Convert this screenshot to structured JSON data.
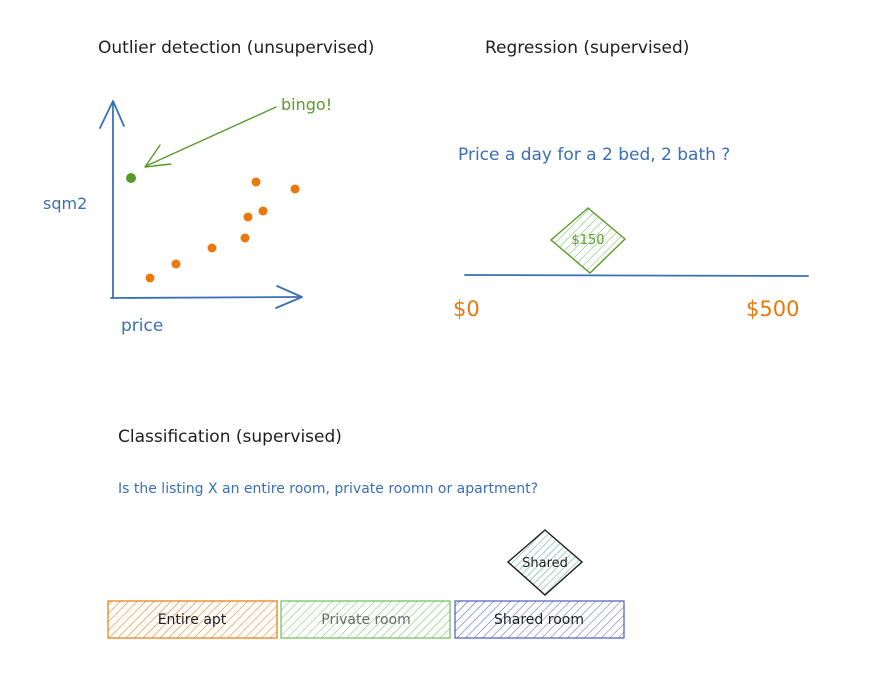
{
  "colors": {
    "ink": "#1e1e1e",
    "blue": "#3a6fb6",
    "orange": "#e8790b",
    "green": "#5a9a2a",
    "green_fill": "#b6e3b0",
    "orange_fill": "#f0b07a",
    "navy_fill": "#5e6fc4"
  },
  "outlier": {
    "title": "Outlier detection (unsupervised)",
    "y_label": "sqm2",
    "x_label": "price",
    "callout": "bingo!"
  },
  "regression": {
    "title": "Regression (supervised)",
    "question": "Price a day for a 2 bed, 2 bath ?",
    "min_label": "$0",
    "max_label": "$500",
    "marker_label": "$150",
    "marker_value": 150,
    "range": [
      0,
      500
    ]
  },
  "classification": {
    "title": "Classification (supervised)",
    "question": "Is the listing X an entire room, private roomn or apartment?",
    "categories": [
      "Entire apt",
      "Private room",
      "Shared room"
    ],
    "marker_label": "Shared"
  }
}
